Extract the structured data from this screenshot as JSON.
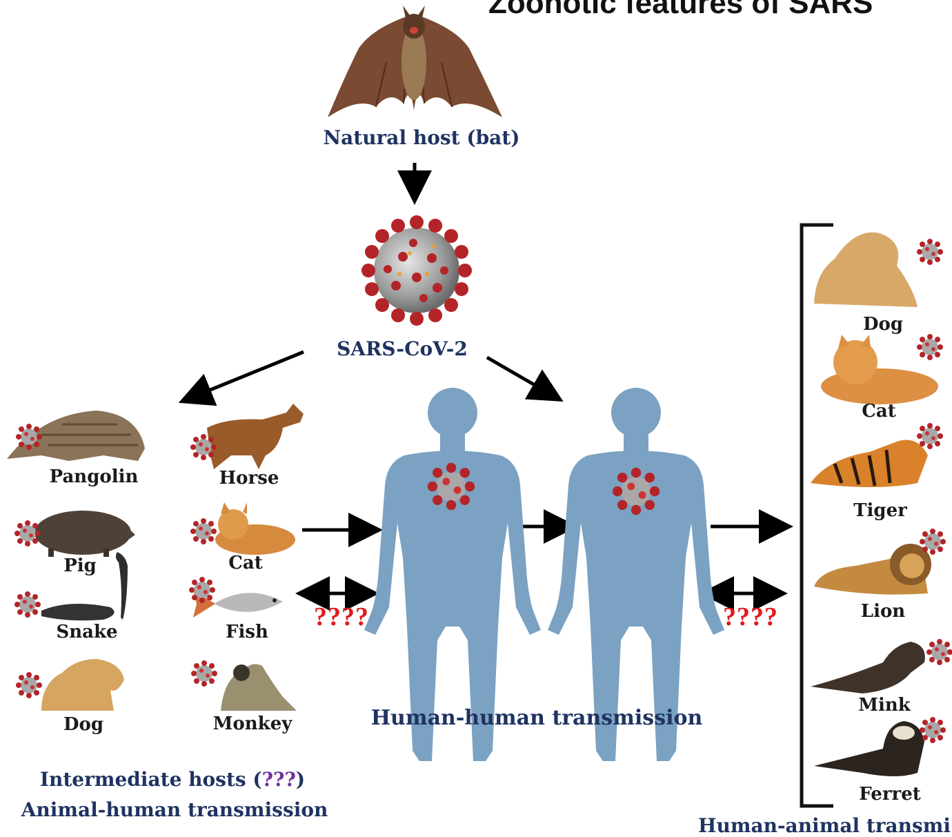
{
  "title": "Zoonotic features of SARS",
  "natural_host": "Natural host (bat)",
  "virus": "SARS-CoV-2",
  "question_marks": "????",
  "intermediate": {
    "line1_prefix": "Intermediate hosts (",
    "line1_q": "???",
    "line1_suffix": ")",
    "line2": "Animal-human transmission",
    "animals": {
      "pangolin": "Pangolin",
      "horse": "Horse",
      "pig": "Pig",
      "cat": "Cat",
      "snake": "Snake",
      "fish": "Fish",
      "dog": "Dog",
      "monkey": "Monkey"
    }
  },
  "human_transmission": "Human-human transmission",
  "reverse": {
    "caption": "Human-animal transmi",
    "animals": {
      "dog": "Dog",
      "cat": "Cat",
      "tiger": "Tiger",
      "lion": "Lion",
      "mink": "Mink",
      "ferret": "Ferret"
    }
  },
  "colors": {
    "label_navy": "#1f3361",
    "question_red": "#e31a1c",
    "human_blue": "#7ba2c2",
    "virus_red": "#b32428",
    "arrow": "#000000"
  }
}
